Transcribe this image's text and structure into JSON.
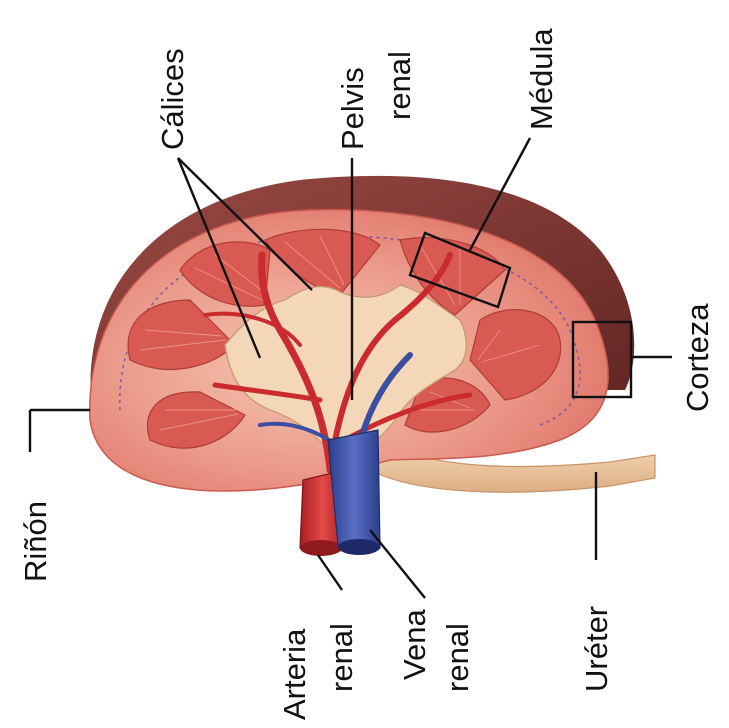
{
  "labels": {
    "calices": "Cálices",
    "pelvis_1": "Pelvis",
    "pelvis_2": "renal",
    "medula": "Médula",
    "corteza": "Corteza",
    "rinon": "Riñón",
    "arteria_1": "Arteria",
    "arteria_2": "renal",
    "vena_1": "Vena",
    "vena_2": "renal",
    "ureter": "Uréter"
  },
  "colors": {
    "capsule": "#7e3a36",
    "cortex": "#e48277",
    "cortex_light": "#f2b9a8",
    "pyramid": "#d9574f",
    "pelvis": "#f4d8b8",
    "artery": "#cc2a2e",
    "vein": "#3a4fa0",
    "ureter": "#efc9a0"
  }
}
